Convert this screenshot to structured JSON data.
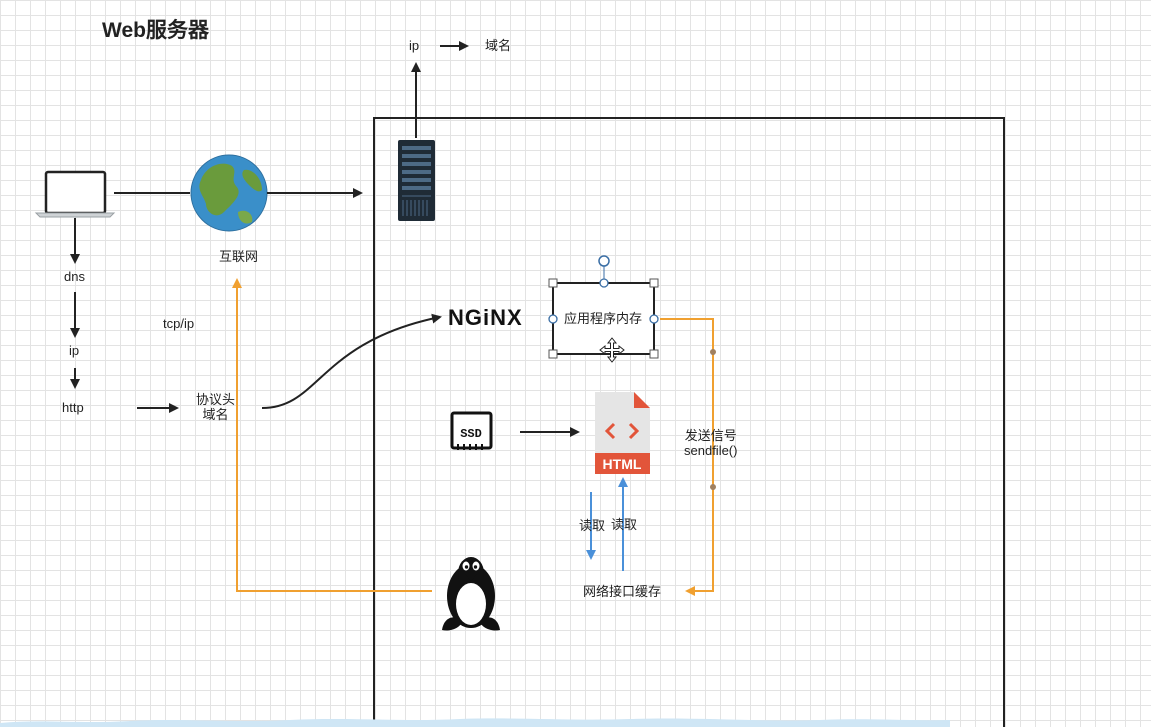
{
  "title": "Web服务器",
  "labels": {
    "ip_top": "ip",
    "domain_top": "域名",
    "internet": "互联网",
    "dns": "dns",
    "ip_left": "ip",
    "http": "http",
    "tcpip": "tcp/ip",
    "protocol_header": "协议头",
    "domain_name": "域名",
    "app_memory": "应用程序内存",
    "send_signal": "发送信号",
    "sendfile": "sendfile()",
    "read_left": "读取",
    "read_right": "读取",
    "nic_buffer": "网络接口缓存"
  },
  "logos": {
    "nginx": "NGiNX",
    "ssd": "SSD",
    "html": "HTML"
  },
  "icons": [
    "laptop-icon",
    "globe-icon",
    "server-icon",
    "nginx-logo",
    "ssd-icon",
    "html-file-icon",
    "linux-penguin-icon"
  ],
  "colors": {
    "orange_line": "#f0a030",
    "blue_arrow": "#4a90d9",
    "dark_line": "#222222",
    "html_red": "#e2553a"
  }
}
